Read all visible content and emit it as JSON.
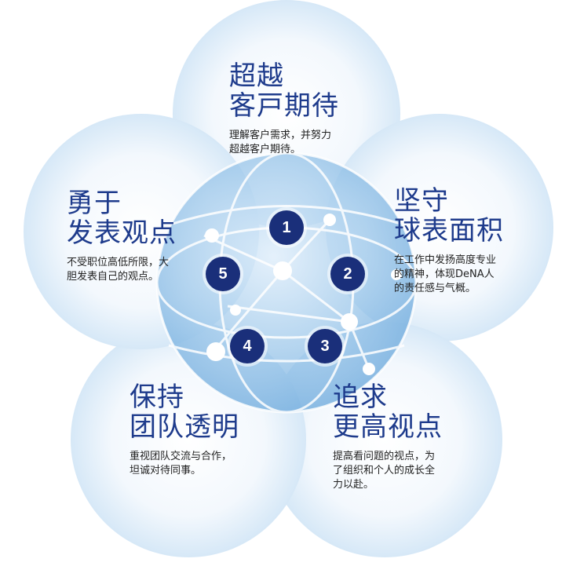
{
  "colors": {
    "title": "#1e3b8c",
    "badge": "#1a2f7a",
    "petal_light": "#e8f2fb",
    "petal_mid": "#c9e1f5",
    "core_blue": "#7fb6e3"
  },
  "core": {
    "icon": "network-globe-icon"
  },
  "values": [
    {
      "number": "1",
      "title_line1": "超越",
      "title_line2": "客戸期待",
      "body": "理解客户需求，并努力\n超越客户期待。"
    },
    {
      "number": "2",
      "title_line1": "坚守",
      "title_line2": "球表面积",
      "body": "在工作中发扬高度专业\n的精神，体现DeNA人\n的责任感与气概。"
    },
    {
      "number": "3",
      "title_line1": "追求",
      "title_line2": "更高视点",
      "body": "提高看问题的视点，为\n了组织和个人的成长全\n力以赴。"
    },
    {
      "number": "4",
      "title_line1": "保持",
      "title_line2": "团队透明",
      "body": "重视团队交流与合作，\n坦诚对待同事。"
    },
    {
      "number": "5",
      "title_line1": "勇于",
      "title_line2": "发表观点",
      "body": "不受职位高低所限，大\n胆发表自己的观点。"
    }
  ]
}
